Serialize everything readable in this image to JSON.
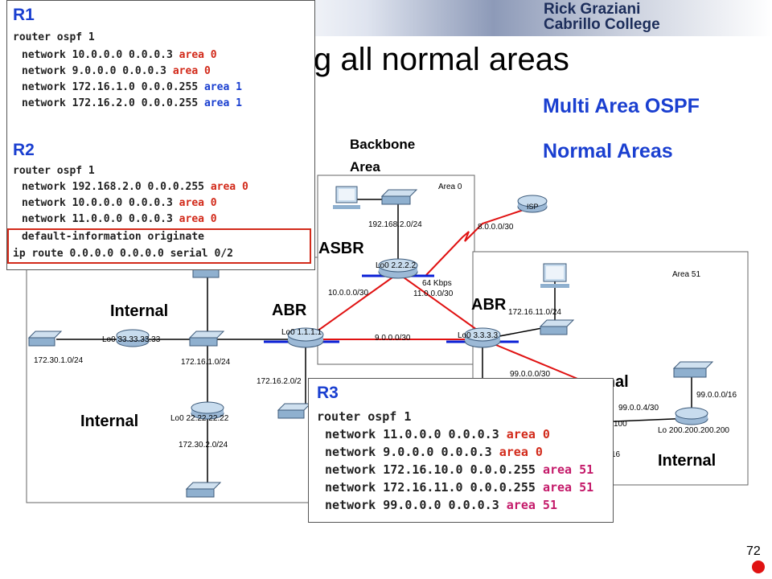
{
  "banner": {
    "name": "Rick Graziani",
    "college": "Cabrillo College"
  },
  "slide_title": "g all normal areas",
  "headings": {
    "multi_area": "Multi Area OSPF",
    "normal_areas": "Normal Areas"
  },
  "area_labels": {
    "backbone_l1": "Backbone",
    "backbone_l2": "Area",
    "area0": "Area 0",
    "area51": "Area 51"
  },
  "role_labels": {
    "asbr": "ASBR",
    "abr_left": "ABR",
    "abr_right": "ABR",
    "internal_r1": "Internal",
    "internal_left_low": "Internal",
    "internal_right_mid": "rnal",
    "internal_right_low": "Internal"
  },
  "net_labels": {
    "n192": "192.168.2.0/24",
    "n8": "8.0.0.0/30",
    "isp": "ISP",
    "lo0_r2": "Lo0 2.2.2.2",
    "kbps": "64 Kbps",
    "n10": "10.0.0.0/30",
    "n11": "11.0.0.0/30",
    "n172_11": "172.16.11.0/24",
    "lo0_r1": "Lo0 1.1.1.1",
    "n9": "9.0.0.0/30",
    "lo0_r3": "Lo0 3.3.3.3",
    "lo0_33": "Lo0 33.33.33.33",
    "n172_30_1": "172.30.1.0/24",
    "n172_16_1": "172.16.1.0/24",
    "n172_16_2": "172.16.2.0/2",
    "n99": "99.0.0.0/30",
    "n99_16": "99.0.0.0/16",
    "n99_4": "99.0.0.4/30",
    "lo0_22": "Lo0 22.22.22.22",
    "n172_30_2": "172.30.2.0/24",
    "lo_200": "Lo 200.200.200.200",
    "frag_100": "100",
    "frag_16": "16"
  },
  "r1_r2_config": {
    "r1_title": "R1",
    "r1_cmd": "router ospf 1",
    "r1_lines": [
      {
        "net": "network 10.0.0.0 0.0.0.3",
        "area": "area 0"
      },
      {
        "net": "network 9.0.0.0 0.0.0.3",
        "area": "area 0"
      },
      {
        "net": "network 172.16.1.0 0.0.0.255",
        "area": "area 1"
      },
      {
        "net": "network 172.16.2.0 0.0.0.255",
        "area": "area 1"
      }
    ],
    "r2_title": "R2",
    "r2_cmd": "router ospf 1",
    "r2_lines": [
      {
        "net": "network 192.168.2.0 0.0.0.255",
        "area": "area 0"
      },
      {
        "net": "network 10.0.0.0 0.0.0.3",
        "area": "area 0"
      },
      {
        "net": "network 11.0.0.0 0.0.0.3",
        "area": "area 0"
      }
    ],
    "r2_default": "default-information originate",
    "r2_route": "ip route 0.0.0.0 0.0.0.0 serial 0/2"
  },
  "r3_config": {
    "title": "R3",
    "cmd": "router ospf 1",
    "lines": [
      {
        "net": "network 11.0.0.0 0.0.0.3",
        "area": "area 0"
      },
      {
        "net": "network 9.0.0.0 0.0.0.3",
        "area": "area 0"
      },
      {
        "net": "network 172.16.10.0 0.0.0.255",
        "area": "area 51"
      },
      {
        "net": "network 172.16.11.0 0.0.0.255",
        "area": "area 51"
      },
      {
        "net": "network 99.0.0.0 0.0.0.3",
        "area": "area 51"
      }
    ]
  },
  "page_number": "72",
  "colors": {
    "accent_blue": "#1a3fd0",
    "link_red": "#e01212",
    "area_highlight": "#d22a1a",
    "area51_magenta": "#c41a6a"
  }
}
